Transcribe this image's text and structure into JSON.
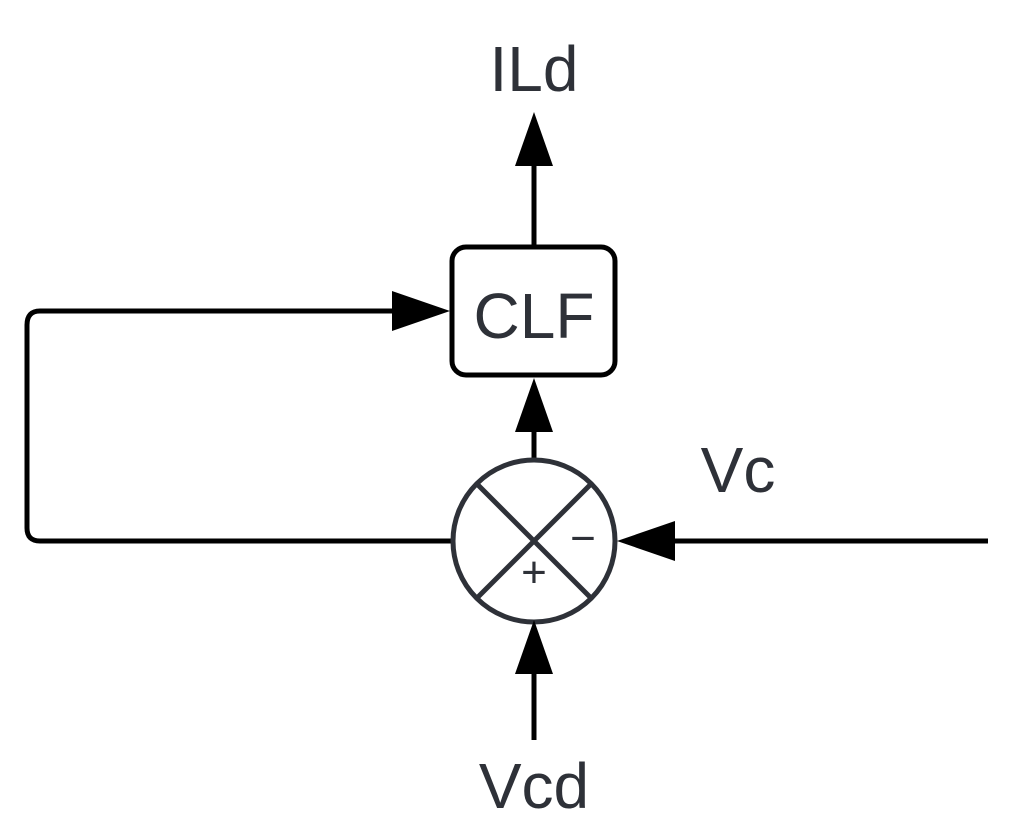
{
  "labels": {
    "output": "ILd",
    "block": "CLF",
    "input_right": "Vc",
    "input_bottom": "Vcd",
    "plus_sign": "+",
    "minus_sign": "−"
  },
  "colors": {
    "line": "#000000",
    "text": "#2e3138",
    "background": "#ffffff"
  }
}
